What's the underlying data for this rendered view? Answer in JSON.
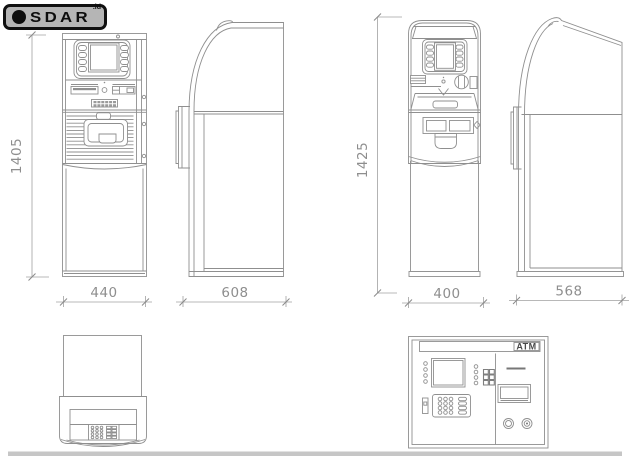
{
  "logo": {
    "brand": "SDAR",
    "suffix": ".id"
  },
  "drawing": {
    "atm1": {
      "height_mm": "1405",
      "width_mm": "440",
      "depth_mm": "608"
    },
    "atm2": {
      "height_mm": "1425",
      "width_mm": "400",
      "depth_mm": "568"
    },
    "detail_panel": {
      "title": "ATM"
    }
  },
  "colors": {
    "line": "#8f8f8f",
    "dimension_text": "#8e8e8e",
    "floor_band": "#c6c6c6",
    "logo_background": "#b5b5b5",
    "logo_border": "#101010",
    "panel_text": "#4a4a4a"
  }
}
